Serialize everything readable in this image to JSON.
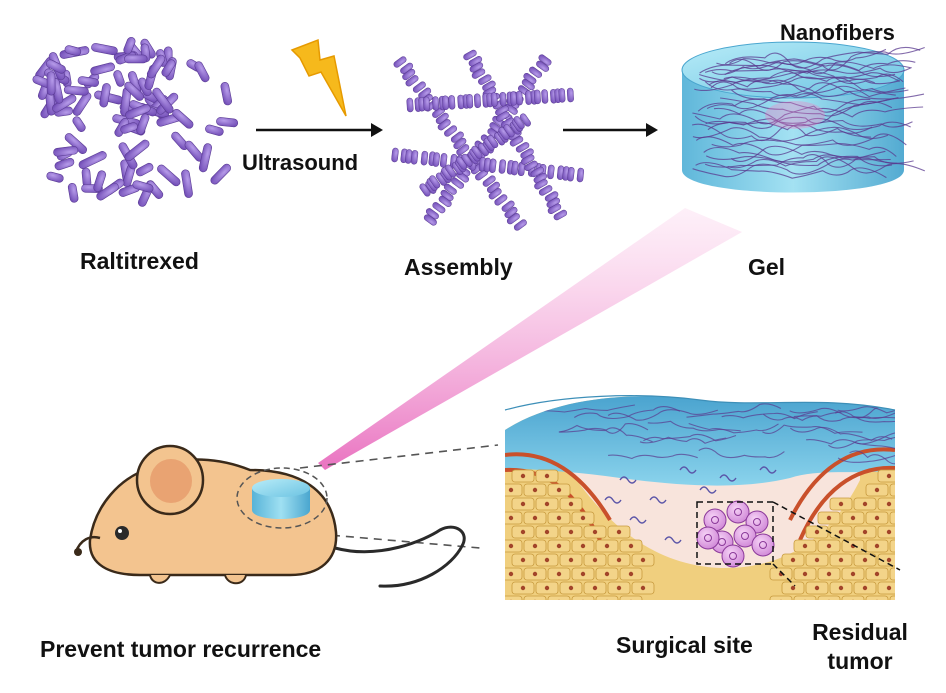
{
  "labels": {
    "nanofibers": "Nanofibers",
    "ultrasound": "Ultrasound",
    "raltitrexed": "Raltitrexed",
    "assembly": "Assembly",
    "gel": "Gel",
    "prevent": "Prevent tumor recurrence",
    "surgical_site": "Surgical site",
    "residual_line1": "Residual",
    "residual_line2": "tumor"
  },
  "icons": {
    "energy": "lightning-bolt-icon"
  },
  "colors": {
    "molecule": "#8a64c8",
    "molecule_dark": "#5b3c95",
    "gel": "#7ecbe6",
    "gel_dark": "#3f9cc2",
    "fiber": "#5a3a8f",
    "mouse": "#f3c48f",
    "mouse_outline": "#3a2a1a",
    "tissue": "#f0cf7e",
    "tissue_cell_nucleus": "#a2442a",
    "wound": "#f8e4dc",
    "tumor": "#e3a6e3",
    "bolt": "#f6b91c",
    "beam": "#f07fc6"
  }
}
